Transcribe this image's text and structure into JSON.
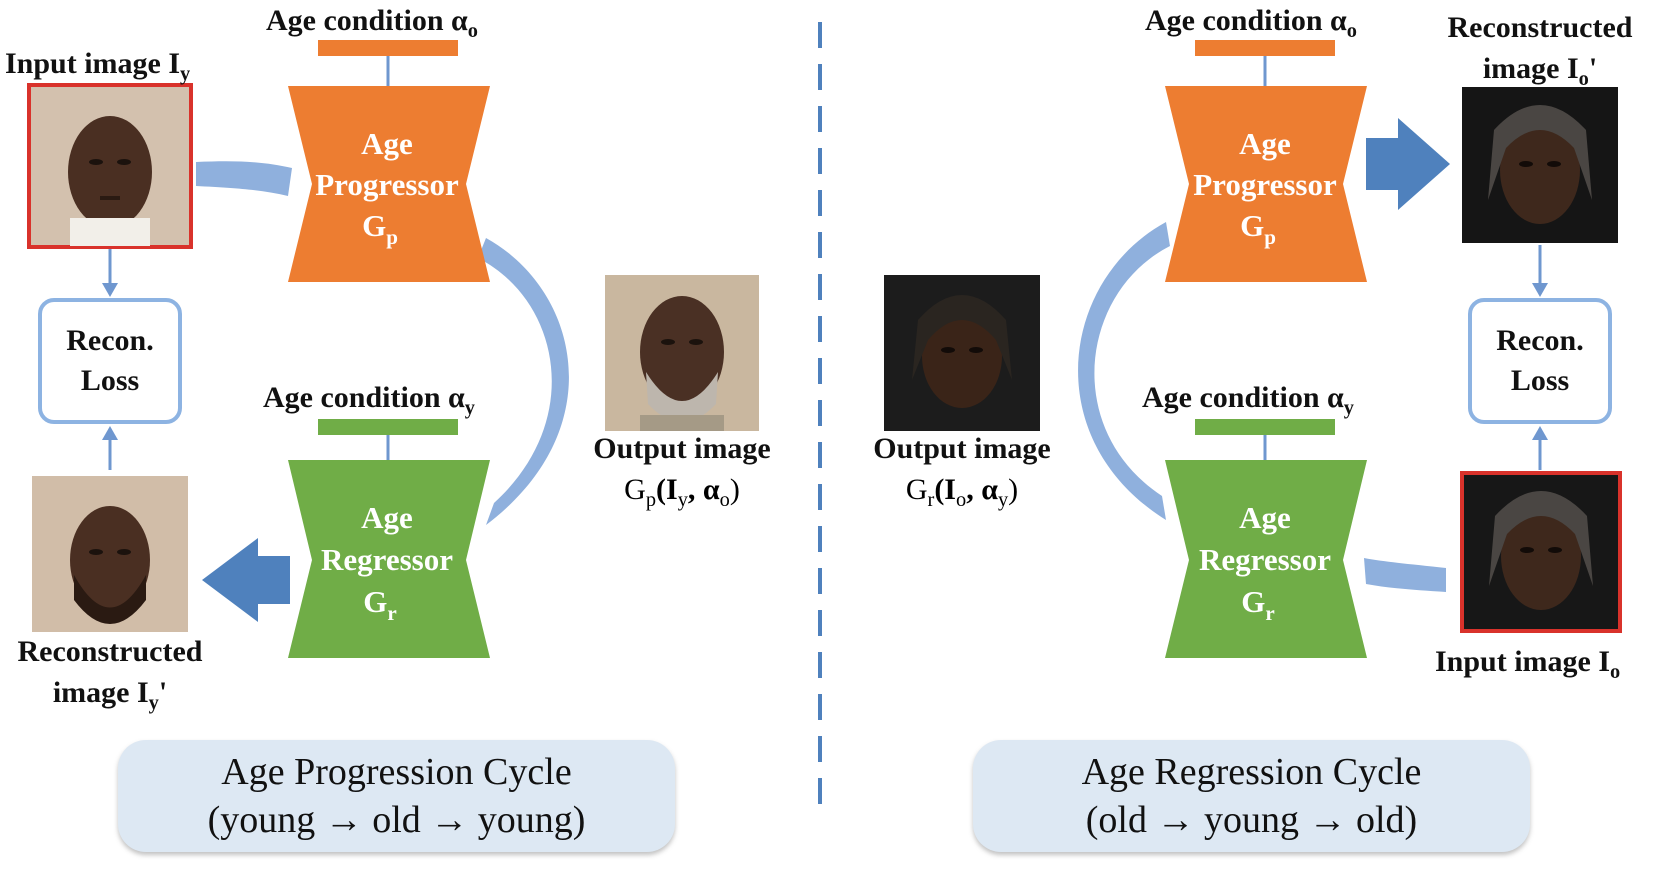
{
  "colors": {
    "progressor": "#ed7d31",
    "regressor": "#70ad47",
    "arrow": "#4f81bd",
    "flow": "#7fa3d8",
    "loss_border": "#8db3e2",
    "input_border": "#d9322b",
    "caption_bg": "#dde8f3"
  },
  "left": {
    "age_condition_old": "Age condition α",
    "age_condition_old_sub": "o",
    "age_condition_young": "Age condition α",
    "age_condition_young_sub": "y",
    "input_label": "Input image I",
    "input_label_sub": "y",
    "progressor": [
      "Age",
      "Progressor",
      "G"
    ],
    "progressor_sub": "p",
    "regressor": [
      "Age",
      "Regressor",
      "G"
    ],
    "regressor_sub": "r",
    "loss": [
      "Recon.",
      "Loss"
    ],
    "output_label": "Output image",
    "output_formula": [
      "G",
      "p",
      "(I",
      "y",
      ", α",
      "o",
      ")"
    ],
    "recon_label_1": "Reconstructed",
    "recon_label_2": "image I",
    "recon_label_sub": "y",
    "recon_label_prime": "'",
    "caption_line1": "Age Progression Cycle",
    "caption_line2": "(young → old → young)"
  },
  "right": {
    "age_condition_old": "Age condition α",
    "age_condition_old_sub": "o",
    "age_condition_young": "Age condition α",
    "age_condition_young_sub": "y",
    "recon_label_1": "Reconstructed",
    "recon_label_2": "image I",
    "recon_label_sub": "o",
    "recon_label_prime": "'",
    "progressor": [
      "Age",
      "Progressor",
      "G"
    ],
    "progressor_sub": "p",
    "regressor": [
      "Age",
      "Regressor",
      "G"
    ],
    "regressor_sub": "r",
    "loss": [
      "Recon.",
      "Loss"
    ],
    "output_label": "Output image",
    "output_formula": [
      "G",
      "r",
      "(I",
      "o",
      ", α",
      "y",
      ")"
    ],
    "input_label": "Input image I",
    "input_label_sub": "o",
    "caption_line1": "Age Regression Cycle",
    "caption_line2": "(old → young → old)"
  }
}
